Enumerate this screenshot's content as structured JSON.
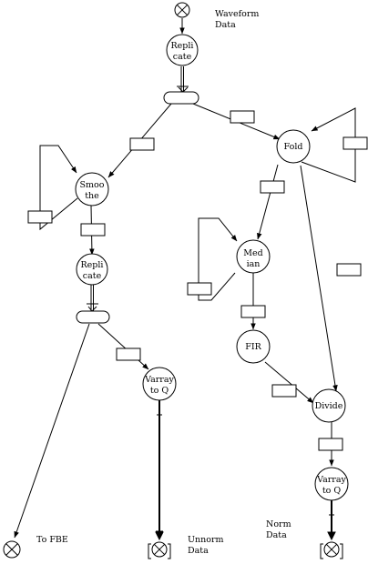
{
  "nodes": {
    "replicate_top": {
      "line1": "Repli",
      "line2": "cate"
    },
    "smoothe": {
      "line1": "Smoo",
      "line2": "the"
    },
    "fold": {
      "line1": "Fold"
    },
    "replicate_left": {
      "line1": "Repli",
      "line2": "cate"
    },
    "median": {
      "line1": "Med",
      "line2": "ian"
    },
    "fir": {
      "line1": "FIR"
    },
    "varray_left": {
      "line1": "Varray",
      "line2": "to Q"
    },
    "divide": {
      "line1": "Divide"
    },
    "varray_right": {
      "line1": "Varray",
      "line2": "to Q"
    }
  },
  "terminals": {
    "waveform": {
      "line1": "Waveform",
      "line2": "Data"
    },
    "to_fbe": {
      "line1": "To FBE"
    },
    "unnorm": {
      "line1": "Unnorm",
      "line2": "Data"
    },
    "norm": {
      "line1": "Norm",
      "line2": "Data"
    }
  }
}
